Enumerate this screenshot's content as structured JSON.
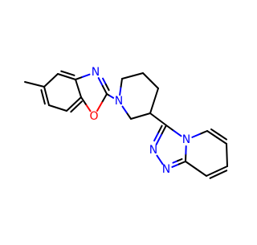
{
  "molecule": {
    "colors": {
      "carbon": "#000000",
      "nitrogen": "#0000FF",
      "oxygen": "#FF0000",
      "background": "#FFFFFF"
    },
    "atoms": {
      "n_piperidine": "N",
      "n_oxazole": "N",
      "o_oxazole": "O",
      "n_triazole_fused": "N",
      "n_triazole_a": "N",
      "n_triazole_b": "N"
    }
  }
}
